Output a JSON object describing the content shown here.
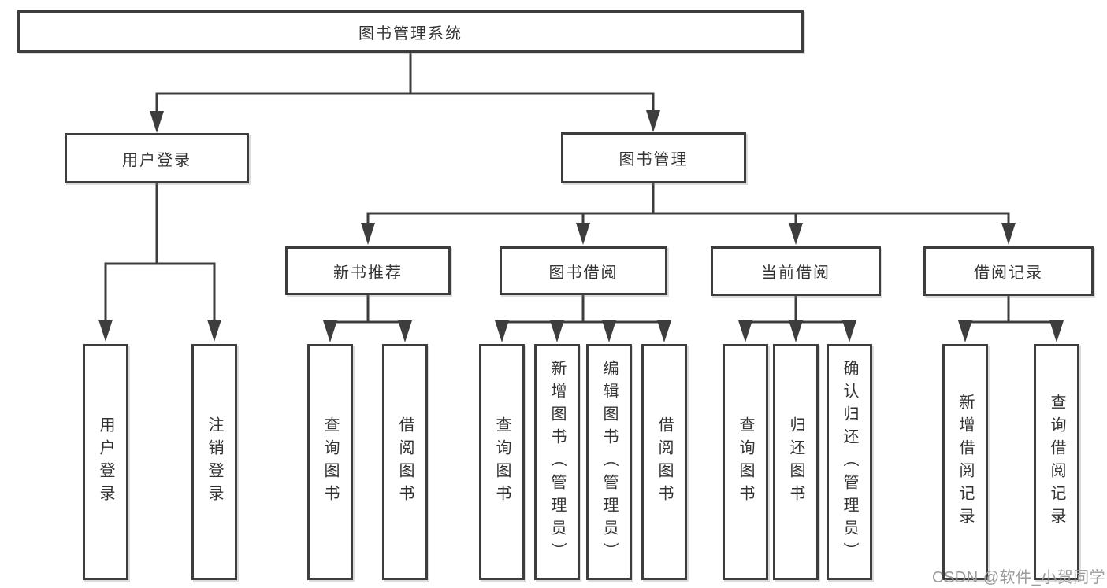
{
  "diagram": {
    "root": "图书管理系统",
    "branches": [
      {
        "label": "用户登录",
        "children": [
          {
            "label": "用户登录"
          },
          {
            "label": "注销登录"
          }
        ]
      },
      {
        "label": "图书管理",
        "children": [
          {
            "label": "新书推荐",
            "children": [
              {
                "label": "查询图书"
              },
              {
                "label": "借阅图书"
              }
            ]
          },
          {
            "label": "图书借阅",
            "children": [
              {
                "label": "查询图书"
              },
              {
                "label": "新增图书（管理员）"
              },
              {
                "label": "编辑图书（管理员）"
              },
              {
                "label": "借阅图书"
              }
            ]
          },
          {
            "label": "当前借阅",
            "children": [
              {
                "label": "查询图书"
              },
              {
                "label": "归还图书"
              },
              {
                "label": "确认归还（管理员）"
              }
            ]
          },
          {
            "label": "借阅记录",
            "children": [
              {
                "label": "新增借阅记录"
              },
              {
                "label": "查询借阅记录"
              }
            ]
          }
        ]
      }
    ]
  },
  "watermark": "CSDN @软件_小贺同学",
  "colors": {
    "line": "#3d3d3d",
    "text": "#333333",
    "watermark": "#9b9b9b",
    "background": "#ffffff"
  }
}
